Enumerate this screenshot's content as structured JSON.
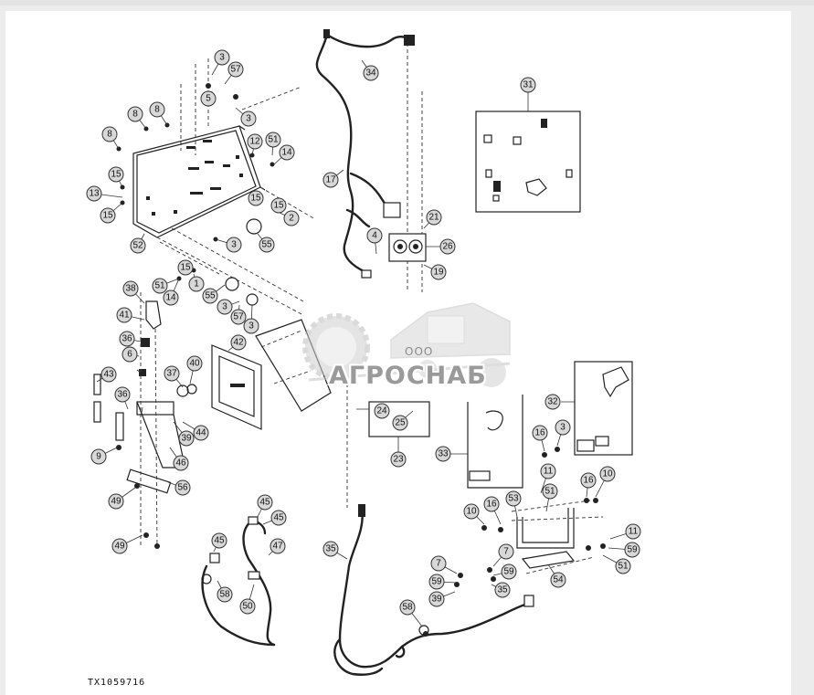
{
  "figure_id": "TX1059716",
  "watermark": {
    "prefix": "ООО",
    "brand": "АГРОСНАБ"
  },
  "callouts": {
    "c3a": "3",
    "c57a": "57",
    "c5": "5",
    "c3b": "3",
    "c8a": "8",
    "c8b": "8",
    "c8c": "8",
    "c12": "12",
    "c51a": "51",
    "c14a": "14",
    "c15a": "15",
    "c13": "13",
    "c15b": "15",
    "c15c": "15",
    "c15d": "15",
    "c2": "2",
    "c55a": "55",
    "c52": "52",
    "c3c": "3",
    "c15e": "15",
    "c51b": "51",
    "c14b": "14",
    "c1": "1",
    "c55b": "55",
    "c3d": "3",
    "c57b": "57",
    "c3e": "3",
    "c38": "38",
    "c41": "41",
    "c36a": "36",
    "c6": "6",
    "c43": "43",
    "c37": "37",
    "c40": "40",
    "c42": "42",
    "c36b": "36",
    "c39a": "39",
    "c44": "44",
    "c46": "46",
    "c9": "9",
    "c49a": "49",
    "c56": "56",
    "c49b": "49",
    "c34": "34",
    "c17": "17",
    "c4": "4",
    "c21": "21",
    "c26": "26",
    "c19": "19",
    "c31": "31",
    "c24": "24",
    "c25": "25",
    "c23": "23",
    "c32": "32",
    "c33": "33",
    "c16a": "16",
    "c3f": "3",
    "c11a": "11",
    "c16b": "16",
    "c10a": "10",
    "c10b": "10",
    "c16c": "16",
    "c53": "53",
    "c51c": "51",
    "c11b": "11",
    "c59a": "59",
    "c51d": "51",
    "c7a": "7",
    "c59b": "59",
    "c54": "54",
    "c7b": "7",
    "c59c": "59",
    "c39b": "39",
    "c35b": "35",
    "c58a": "58",
    "c35": "35",
    "c45a": "45",
    "c45b": "45",
    "c45c": "45",
    "c47": "47",
    "c58b": "58",
    "c50": "50"
  }
}
